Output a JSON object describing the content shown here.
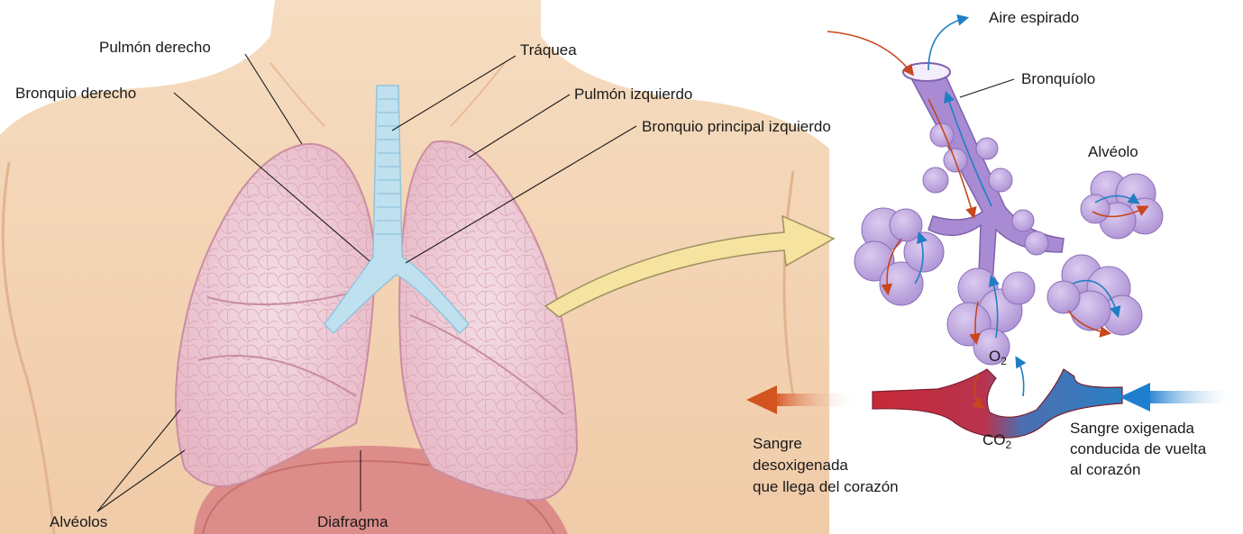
{
  "labels": {
    "right_lung": "Pulmón derecho",
    "trachea": "Tráquea",
    "right_bronchus": "Bronquio derecho",
    "left_lung": "Pulmón izquierdo",
    "left_main_bronchus": "Bronquio principal izquierdo",
    "alveoli": "Alvéolos",
    "diaphragm": "Diafragma",
    "expired_air": "Aire espirado",
    "bronchiole": "Bronquíolo",
    "alveolus": "Alvéolo",
    "deoxygenated_blood": "Sangre\ndesoxigenada\nque llega del corazón",
    "oxygenated_blood": "Sangre oxigenada\nconducida de vuelta\nal corazón"
  },
  "gases": {
    "oxygen": {
      "symbol": "O",
      "subscript": "2"
    },
    "carbon_dioxide": {
      "symbol": "CO",
      "subscript": "2"
    }
  },
  "colors": {
    "skin": "#f3d3b2",
    "lung": "#efc9d3",
    "trachea": "#bfe0ef",
    "alveolus": "#c7aee3",
    "artery_red": "#c8283a",
    "vein_blue": "#2b7fc4",
    "arrow_red": "#c9461e",
    "arrow_blue": "#1f7fc2",
    "callout": "#f6e3a0"
  }
}
